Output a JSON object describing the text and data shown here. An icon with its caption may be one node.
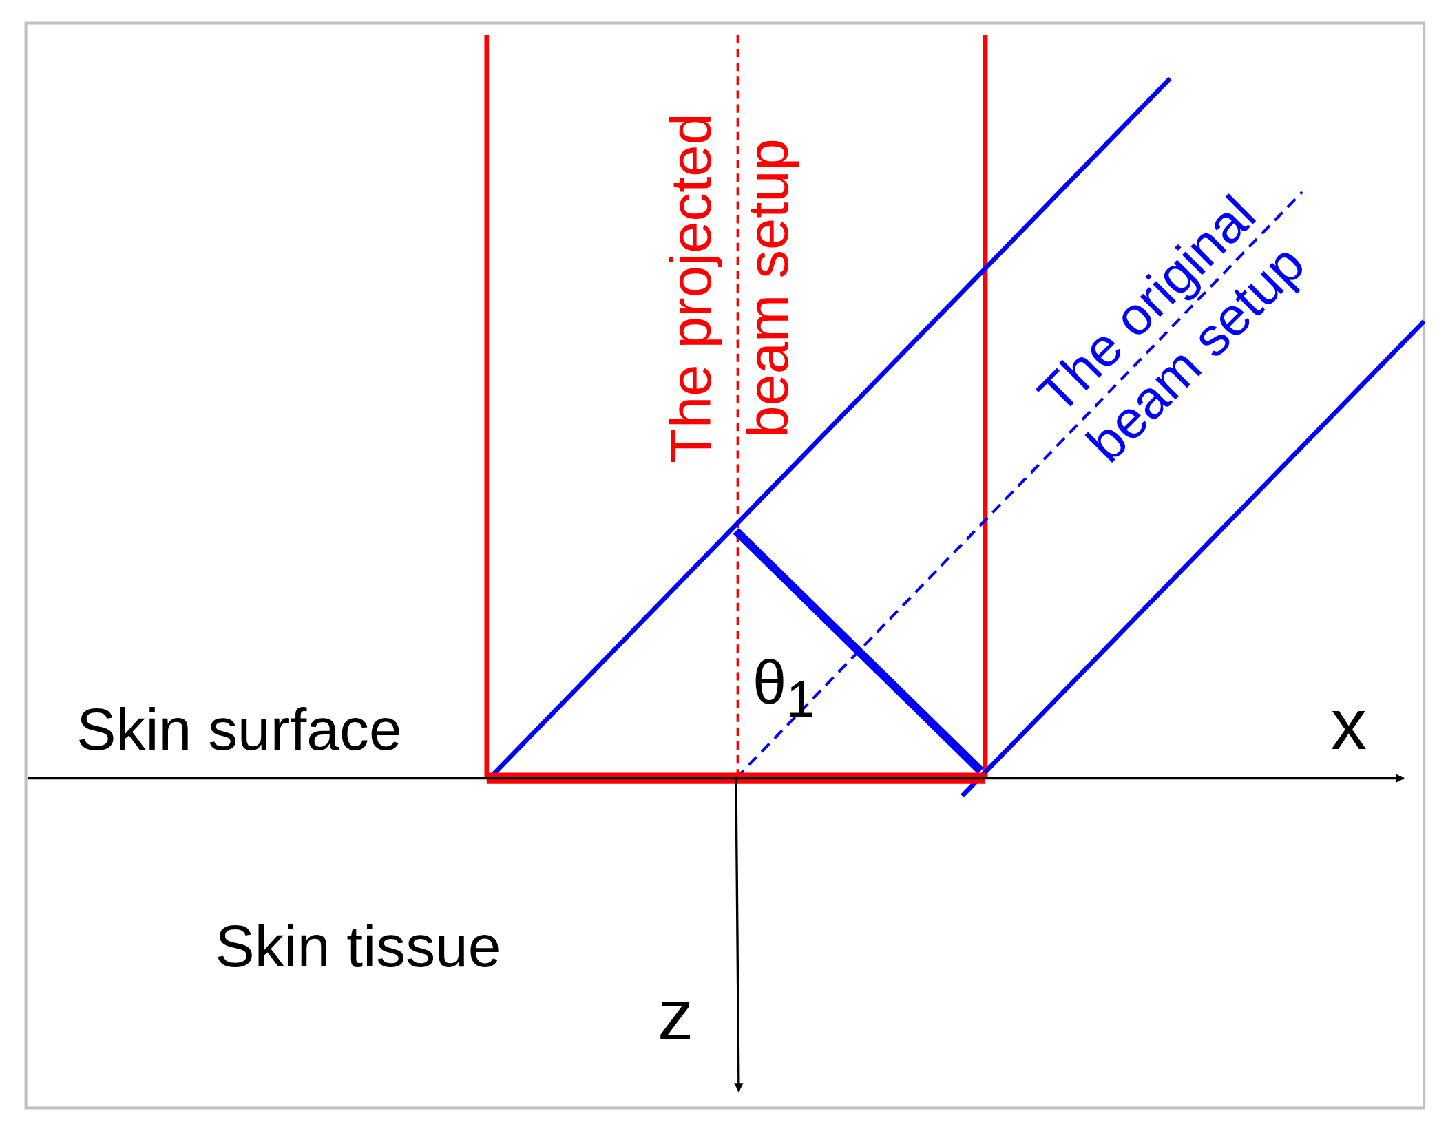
{
  "diagram": {
    "labels": [
      "The projected beam setup",
      "The original beam setup",
      "θ$_{1}$",
      "x",
      "Skin surface",
      "Skin tissue",
      "z"
    ]
  }
}
